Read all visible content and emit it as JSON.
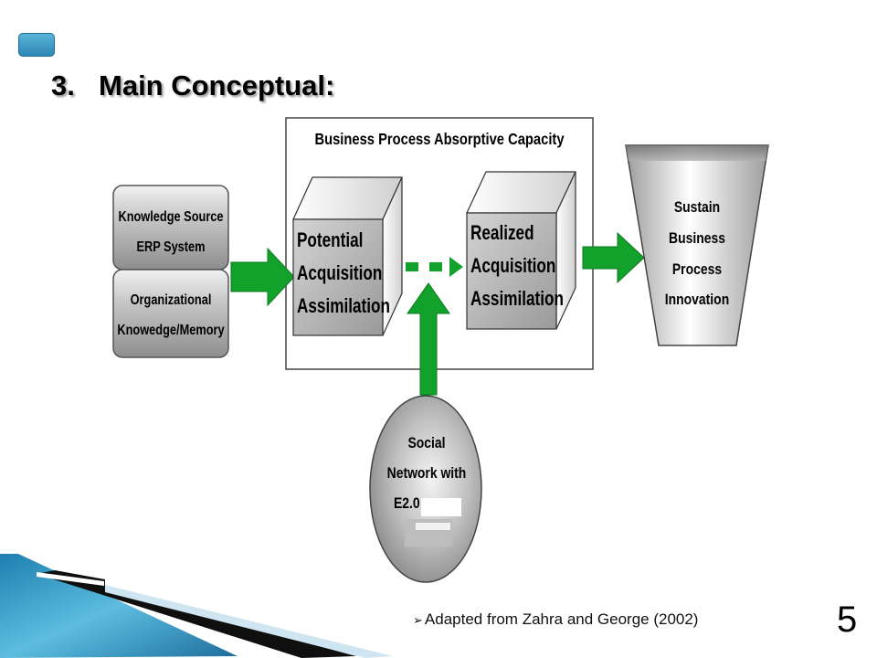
{
  "slide": {
    "title_number": "3.",
    "title_text": "Main Conceptual:",
    "caption_bullet": "➢",
    "caption": "Adapted from Zahra and George (2002)",
    "page_number": "5"
  },
  "diagram": {
    "container_title": "Business Process Absorptive Capacity",
    "knowledge_source": [
      "Knowledge Source",
      "ERP System"
    ],
    "organizational": [
      "Organizational",
      "Knowedge/Memory"
    ],
    "potential": [
      "Potential",
      "Acquisition",
      "Assimilation"
    ],
    "realized": [
      "Realized",
      "Acquisition",
      "Assimilation"
    ],
    "outcome": [
      "Sustain",
      "Business",
      "Process",
      "Innovation"
    ],
    "social": [
      "Social",
      "Network with",
      "E2.0:"
    ],
    "colors": {
      "arrow": "#12a12b",
      "box_gray": "#a8a8a8",
      "accent_blue": "#3a9bc8"
    }
  }
}
